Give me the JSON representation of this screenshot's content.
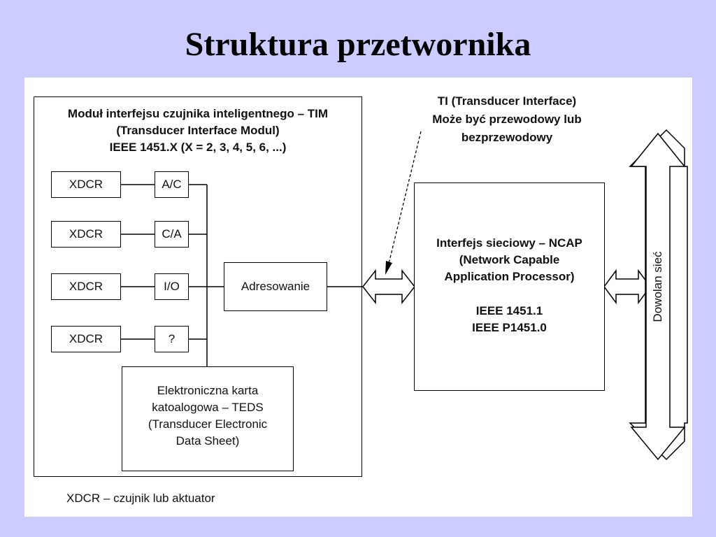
{
  "title": "Struktura przetwornika",
  "tim": {
    "line1": "Moduł interfejsu czujnika inteligentnego – TIM",
    "line2": "(Transducer Interface Modul)",
    "line3": "IEEE 1451.X (X = 2, 3, 4, 5, 6, ...)"
  },
  "rows": [
    {
      "xdcr": "XDCR",
      "conv": "A/C"
    },
    {
      "xdcr": "XDCR",
      "conv": "C/A"
    },
    {
      "xdcr": "XDCR",
      "conv": "I/O"
    },
    {
      "xdcr": "XDCR",
      "conv": "?"
    }
  ],
  "adresowanie": "Adresowanie",
  "teds": {
    "line1": "Elektroniczna karta",
    "line2": "katoalogowa – TEDS",
    "line3": "(Transducer Electronic",
    "line4": "Data Sheet)"
  },
  "ti": {
    "line1": "TI (Transducer Interface)",
    "line2": "Może być przewodowy lub",
    "line3": "bezprzewodowy"
  },
  "ncap": {
    "line1": "Interfejs sieciowy – NCAP",
    "line2": "(Network Capable",
    "line3": "Application Processor)",
    "line4": "IEEE 1451.1",
    "line5": "IEEE P1451.0"
  },
  "network": "Dowolan sieć",
  "footnote": "XDCR – czujnik lub aktuator"
}
